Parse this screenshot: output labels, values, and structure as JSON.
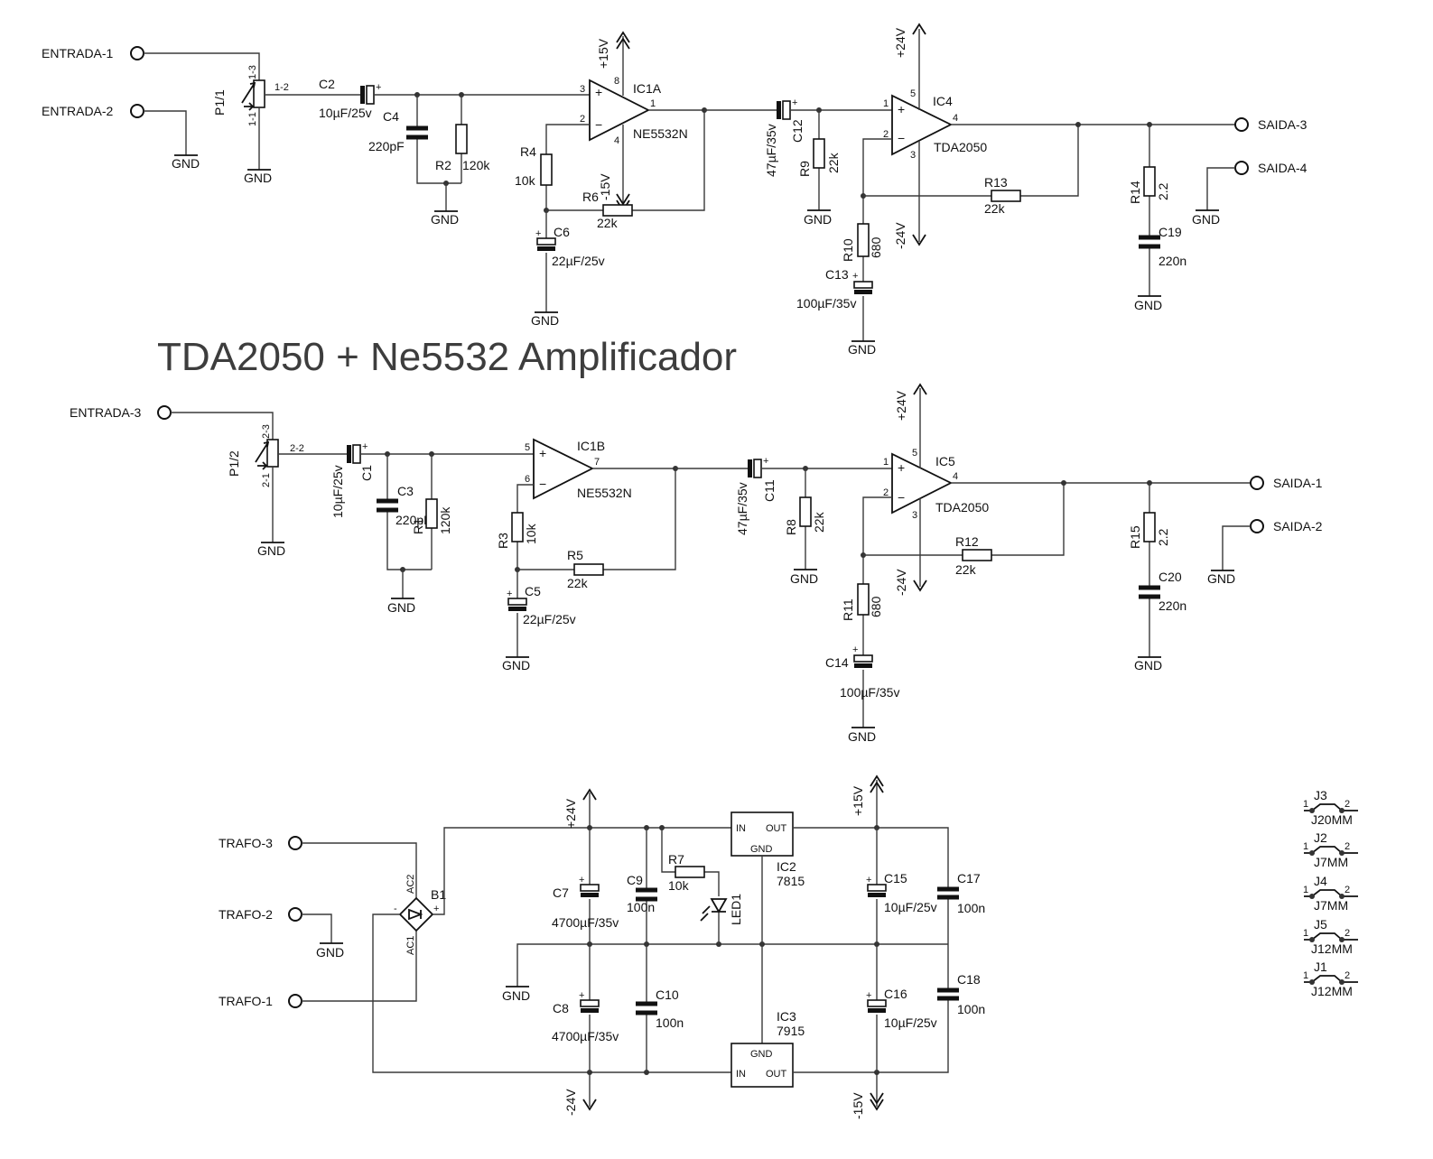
{
  "title": "TDA2050 + Ne5532 Amplificador",
  "terminals": {
    "entrada1": "ENTRADA-1",
    "entrada2": "ENTRADA-2",
    "entrada3": "ENTRADA-3",
    "saida1": "SAIDA-1",
    "saida2": "SAIDA-2",
    "saida3": "SAIDA-3",
    "saida4": "SAIDA-4",
    "trafo1": "TRAFO-1",
    "trafo2": "TRAFO-2",
    "trafo3": "TRAFO-3"
  },
  "gnd": "GND",
  "rails": {
    "p15": "+15V",
    "m15": "-15V",
    "p24": "+24V",
    "m24": "-24V"
  },
  "pots": {
    "p1": {
      "name": "P1/1",
      "w": "1-2",
      "a": "1-3",
      "b": "1-1"
    },
    "p2": {
      "name": "P1/2",
      "w": "2-2",
      "a": "2-3",
      "b": "2-1"
    }
  },
  "caps": {
    "c1": {
      "name": "C1",
      "value": "10µF/25v"
    },
    "c2": {
      "name": "C2",
      "value": "10µF/25v"
    },
    "c3": {
      "name": "C3",
      "value": "220pF"
    },
    "c4": {
      "name": "C4",
      "value": "220pF"
    },
    "c5": {
      "name": "C5",
      "value": "22µF/25v"
    },
    "c6": {
      "name": "C6",
      "value": "22µF/25v"
    },
    "c7": {
      "name": "C7",
      "value": "4700µF/35v"
    },
    "c8": {
      "name": "C8",
      "value": "4700µF/35v"
    },
    "c9": {
      "name": "C9",
      "value": "100n"
    },
    "c10": {
      "name": "C10",
      "value": "100n"
    },
    "c11": {
      "name": "C11",
      "value": "47µF/35v"
    },
    "c12": {
      "name": "C12",
      "value": "47µF/35v"
    },
    "c13": {
      "name": "C13",
      "value": "100µF/35v"
    },
    "c14": {
      "name": "C14",
      "value": "100µF/35v"
    },
    "c15": {
      "name": "C15",
      "value": "10µF/25v"
    },
    "c16": {
      "name": "C16",
      "value": "10µF/25v"
    },
    "c17": {
      "name": "C17",
      "value": "100n"
    },
    "c18": {
      "name": "C18",
      "value": "100n"
    },
    "c19": {
      "name": "C19",
      "value": "220n"
    },
    "c20": {
      "name": "C20",
      "value": "220n"
    }
  },
  "resistors": {
    "r1": {
      "name": "R1",
      "value": "120k"
    },
    "r2": {
      "name": "R2",
      "value": "120k"
    },
    "r3": {
      "name": "R3",
      "value": "10k"
    },
    "r4": {
      "name": "R4",
      "value": "10k"
    },
    "r5": {
      "name": "R5",
      "value": "22k"
    },
    "r6": {
      "name": "R6",
      "value": "22k"
    },
    "r7": {
      "name": "R7",
      "value": "10k"
    },
    "r8": {
      "name": "R8",
      "value": "22k"
    },
    "r9": {
      "name": "R9",
      "value": "22k"
    },
    "r10": {
      "name": "R10",
      "value": "680"
    },
    "r11": {
      "name": "R11",
      "value": "680"
    },
    "r12": {
      "name": "R12",
      "value": "22k"
    },
    "r13": {
      "name": "R13",
      "value": "22k"
    },
    "r14": {
      "name": "R14",
      "value": "2.2"
    },
    "r15": {
      "name": "R15",
      "value": "2.2"
    }
  },
  "ics": {
    "ic1a": {
      "name": "IC1A",
      "part": "NE5532N",
      "pin_in_p": "3",
      "pin_in_n": "2",
      "pin_out": "1",
      "pin_vp": "8",
      "pin_vn": "4"
    },
    "ic1b": {
      "name": "IC1B",
      "part": "NE5532N",
      "pin_in_p": "5",
      "pin_in_n": "6",
      "pin_out": "7"
    },
    "ic4": {
      "name": "IC4",
      "part": "TDA2050",
      "pin_in_p": "1",
      "pin_in_n": "2",
      "pin_out": "4",
      "pin_vp": "5",
      "pin_vn": "3"
    },
    "ic5": {
      "name": "IC5",
      "part": "TDA2050",
      "pin_in_p": "1",
      "pin_in_n": "2",
      "pin_out": "4",
      "pin_vp": "5",
      "pin_vn": "3"
    },
    "ic2": {
      "name": "IC2",
      "part": "7815",
      "in": "IN",
      "out": "OUT",
      "gnd": "GND"
    },
    "ic3": {
      "name": "IC3",
      "part": "7915",
      "in": "IN",
      "out": "OUT",
      "gnd": "GND"
    }
  },
  "bridge": {
    "name": "B1",
    "ac1": "AC1",
    "ac2": "AC2",
    "plus": "+",
    "minus": "-"
  },
  "led": {
    "name": "LED1"
  },
  "jumpers": [
    {
      "name": "J3",
      "value": "J20MM",
      "p1": "1",
      "p2": "2"
    },
    {
      "name": "J2",
      "value": "J7MM",
      "p1": "1",
      "p2": "2"
    },
    {
      "name": "J4",
      "value": "J7MM",
      "p1": "1",
      "p2": "2"
    },
    {
      "name": "J5",
      "value": "J12MM",
      "p1": "1",
      "p2": "2"
    },
    {
      "name": "J1",
      "value": "J12MM",
      "p1": "1",
      "p2": "2"
    }
  ]
}
